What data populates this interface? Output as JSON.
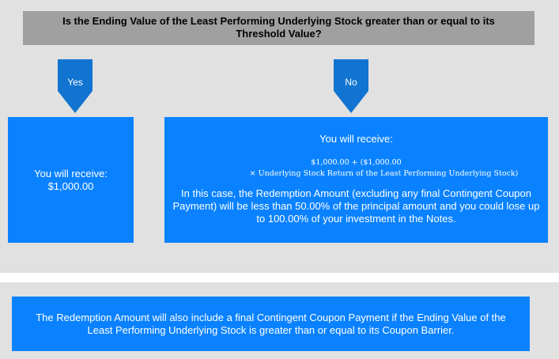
{
  "question": "Is the Ending Value of the Least Performing Underlying Stock greater than or equal to its Threshold Value?",
  "yes": {
    "label": "Yes",
    "receive": "You will receive:",
    "amount": "$1,000.00"
  },
  "no": {
    "label": "No",
    "receive": "You will receive:",
    "formula_line1": "$1,000.00 + ($1,000.00",
    "formula_line2": "× Underlying Stock Return of the Least Performing Underlying Stock)",
    "note": "In this case, the Redemption Amount (excluding any final Contingent Coupon Payment) will be less than 50.00% of the principal amount and you could lose up to 100.00% of your investment in the Notes."
  },
  "footer_note": "The Redemption Amount will also include a final Contingent Coupon Payment if the Ending Value of the Least Performing Underlying Stock is greater than or equal to its Coupon Barrier.",
  "colors": {
    "box": "#0a82ff",
    "arrow": "#1174d0",
    "question": "#a0a0a0",
    "panel": "#e1e1e1"
  }
}
